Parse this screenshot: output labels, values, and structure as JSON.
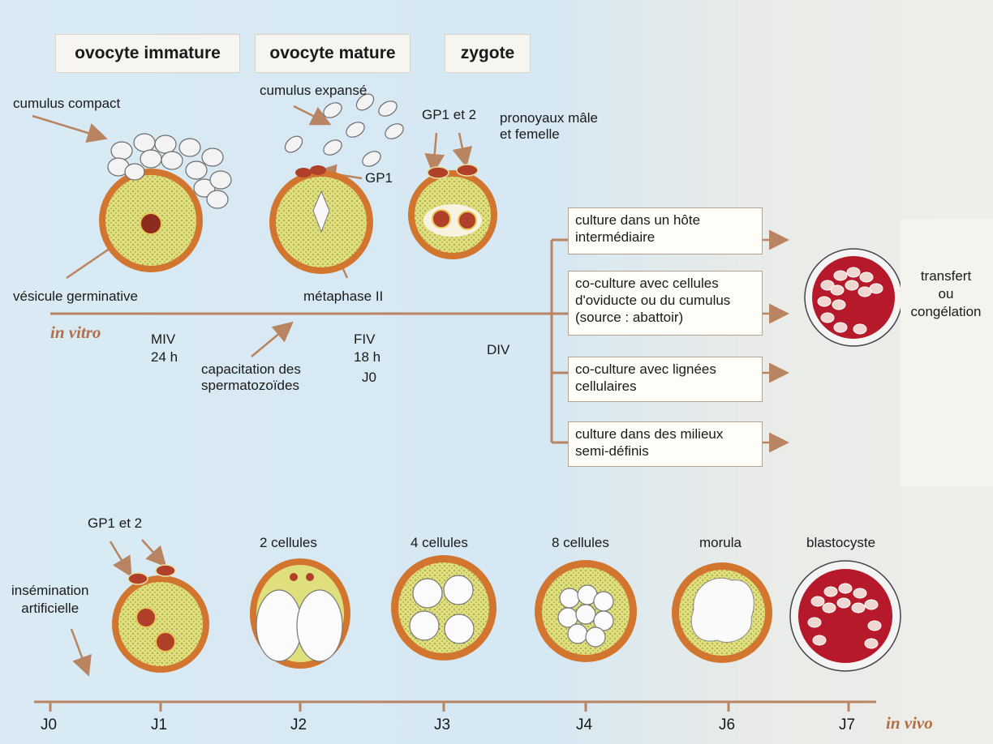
{
  "headers": {
    "immature": "ovocyte immature",
    "mature": "ovocyte mature",
    "zygote": "zygote"
  },
  "labels": {
    "cumulus_compact": "cumulus compact",
    "cumulus_expanse": "cumulus expansé",
    "gp1_2_top": "GP1 et 2",
    "pronoyaux": "pronoyaux mâle\net femelle",
    "gp1": "GP1",
    "vesicule": "vésicule germinative",
    "metaphase": "métaphase II",
    "capacitation": "capacitation des\nspermatozoïdes",
    "transfert": "transfert\nou\ncongélation",
    "gp1_2_bottom": "GP1 et 2",
    "insemination": "insémination\nartificielle"
  },
  "in_vitro": {
    "label": "in vitro",
    "miv": "MIV\n24 h",
    "fiv": "FIV\n18 h",
    "j0": "J0",
    "div": "DIV"
  },
  "cultures": [
    "culture dans un hôte\nintermédiaire",
    "co-culture avec cellules\nd'oviducte ou du cumulus\n(source : abattoir)",
    "co-culture avec lignées\ncellulaires",
    "culture dans des milieux\nsemi-définis"
  ],
  "stages": [
    "2 cellules",
    "4 cellules",
    "8 cellules",
    "morula",
    "blastocyste"
  ],
  "in_vivo": {
    "label": "in vivo",
    "ticks": [
      "J0",
      "J1",
      "J2",
      "J3",
      "J4",
      "J6",
      "J7"
    ]
  },
  "colors": {
    "arrow": "#b98461",
    "ring": "#d2762f",
    "yolk": "#e0df7e",
    "blastocyst": "#b5192a",
    "italic": "#b36e44"
  }
}
